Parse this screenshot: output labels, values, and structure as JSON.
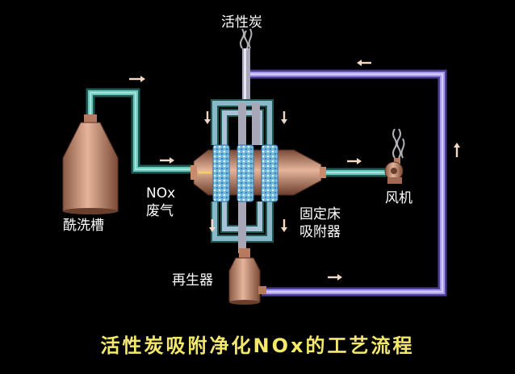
{
  "labels": {
    "activated_carbon": "活性炭",
    "nox_line1": "NOx",
    "nox_line2": "废气",
    "acid_tank": "酰洗槽",
    "fixed_bed_line1": "固定床",
    "fixed_bed_line2": "吸附器",
    "fan": "风机",
    "regenerator": "再生器"
  },
  "title": "活性炭吸附净化NOx的工艺流程",
  "colors": {
    "background": "#000000",
    "teal_pipe": "#4fb0a4",
    "purple_pipe": "#9b8fe0",
    "copper": "#c98a6c",
    "adsorbent": "#7ec8e8",
    "title": "#f4e86a"
  }
}
